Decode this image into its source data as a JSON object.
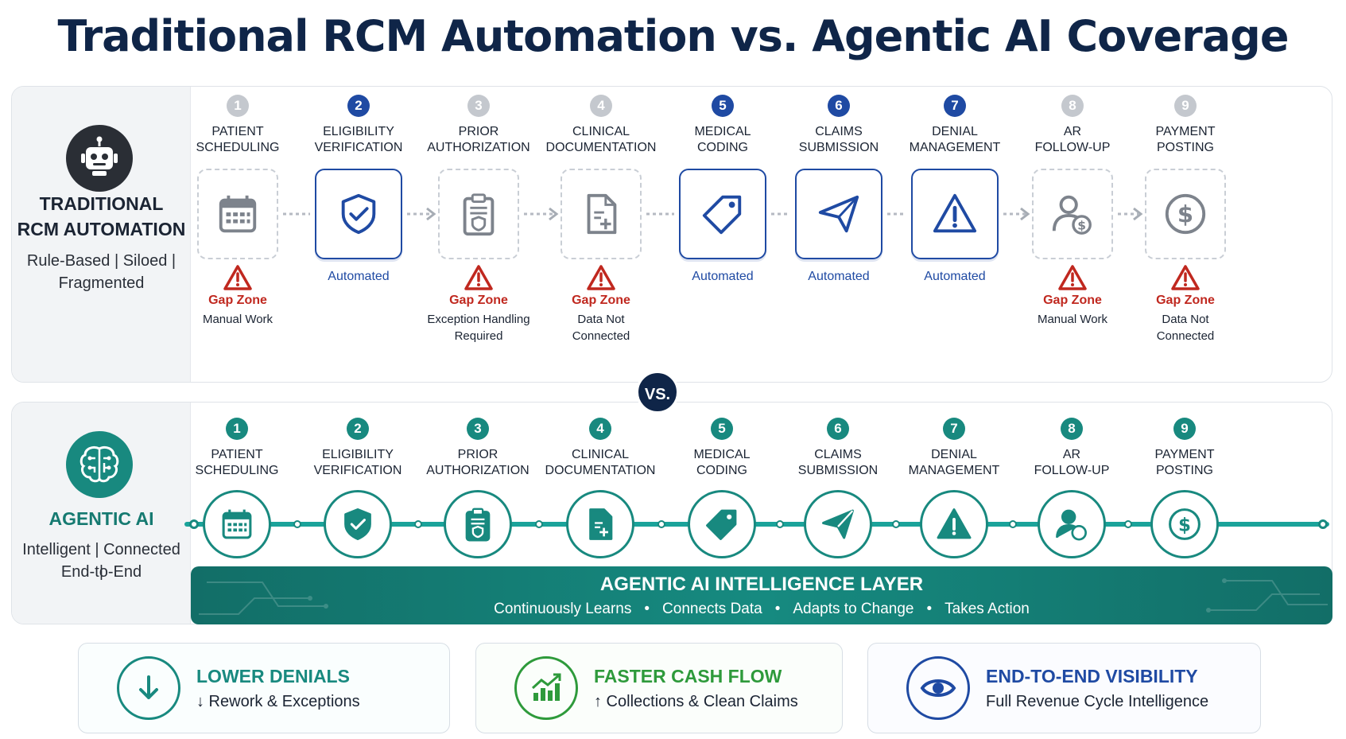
{
  "title": "Traditional RCM Automation vs. Agentic AI Coverage",
  "colors": {
    "navy": "#0f2548",
    "blue": "#1f4aa3",
    "teal": "#18897f",
    "green": "#2e9a3b",
    "red": "#c0281f",
    "gray": "#b5bac2"
  },
  "traditional": {
    "title_line1": "TRADITIONAL",
    "title_line2": "RCM AUTOMATION",
    "subtitle_line1": "Rule-Based | Siloed |",
    "subtitle_line2": "Fragmented",
    "steps": [
      {
        "num": "1",
        "line1": "PATIENT",
        "line2": "SCHEDULING",
        "status": "gap",
        "icon": "calendar-icon",
        "gap_label": "Gap Zone",
        "note1": "Manual Work",
        "note2": ""
      },
      {
        "num": "2",
        "line1": "ELIGIBILITY",
        "line2": "VERIFICATION",
        "status": "auto",
        "icon": "shield-check-icon",
        "auto_label": "Automated"
      },
      {
        "num": "3",
        "line1": "PRIOR",
        "line2": "AUTHORIZATION",
        "status": "gap",
        "icon": "clipboard-shield-icon",
        "gap_label": "Gap Zone",
        "note1": "Exception Handling",
        "note2": "Required"
      },
      {
        "num": "4",
        "line1": "CLINICAL",
        "line2": "DOCUMENTATION",
        "status": "gap",
        "icon": "document-plus-icon",
        "gap_label": "Gap Zone",
        "note1": "Data Not",
        "note2": "Connected"
      },
      {
        "num": "5",
        "line1": "MEDICAL",
        "line2": "CODING",
        "status": "auto",
        "icon": "tag-icon",
        "auto_label": "Automated"
      },
      {
        "num": "6",
        "line1": "CLAIMS",
        "line2": "SUBMISSION",
        "status": "auto",
        "icon": "paper-plane-icon",
        "auto_label": "Automated"
      },
      {
        "num": "7",
        "line1": "DENIAL",
        "line2": "MANAGEMENT",
        "status": "auto",
        "icon": "warning-icon",
        "auto_label": "Automated"
      },
      {
        "num": "8",
        "line1": "AR",
        "line2": "FOLLOW-UP",
        "status": "gap",
        "icon": "user-dollar-icon",
        "gap_label": "Gap Zone",
        "note1": "Manual Work",
        "note2": ""
      },
      {
        "num": "9",
        "line1": "PAYMENT",
        "line2": "POSTING",
        "status": "gap",
        "icon": "dollar-coin-icon",
        "gap_label": "Gap Zone",
        "note1": "Data Not",
        "note2": "Connected"
      }
    ]
  },
  "vs_label": "VS.",
  "agentic": {
    "title": "AGENTIC AI",
    "subtitle_line1": "Intelligent | Connected |",
    "subtitle_line2": "End-to-End",
    "steps": [
      {
        "num": "1",
        "line1": "PATIENT",
        "line2": "SCHEDULING"
      },
      {
        "num": "2",
        "line1": "ELIGIBILITY",
        "line2": "VERIFICATION"
      },
      {
        "num": "3",
        "line1": "PRIOR",
        "line2": "AUTHORIZATION"
      },
      {
        "num": "4",
        "line1": "CLINICAL",
        "line2": "DOCUMENTATION"
      },
      {
        "num": "5",
        "line1": "MEDICAL",
        "line2": "CODING"
      },
      {
        "num": "6",
        "line1": "CLAIMS",
        "line2": "SUBMISSION"
      },
      {
        "num": "7",
        "line1": "DENIAL",
        "line2": "MANAGEMENT"
      },
      {
        "num": "8",
        "line1": "AR",
        "line2": "FOLLOW-UP"
      },
      {
        "num": "9",
        "line1": "PAYMENT",
        "line2": "POSTING"
      }
    ],
    "layer_title": "AGENTIC AI INTELLIGENCE LAYER",
    "layer_items": [
      "Continuously Learns",
      "Connects Data",
      "Adapts to Change",
      "Takes Action"
    ]
  },
  "benefits": [
    {
      "title": "LOWER DENIALS",
      "subtitle": "↓ Rework & Exceptions",
      "icon": "arrow-down-icon"
    },
    {
      "title": "FASTER CASH FLOW",
      "subtitle": "↑ Collections & Clean Claims",
      "icon": "growth-chart-icon"
    },
    {
      "title": "END-TO-END VISIBILITY",
      "subtitle": "Full Revenue Cycle Intelligence",
      "icon": "eye-icon"
    }
  ]
}
